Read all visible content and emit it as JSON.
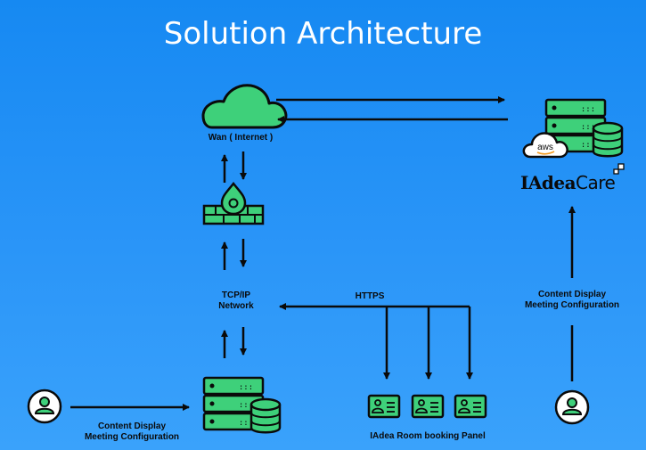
{
  "title": "Solution Architecture",
  "nodes": {
    "wan": "Wan ( Internet )",
    "network_line1": "TCP/IP",
    "network_line2": "Network",
    "https": "HTTPS",
    "room_panels": "IAdea Room booking Panel",
    "left_user_line1": "Content Display",
    "left_user_line2": "Meeting Configuration",
    "right_user_line1": "Content Display",
    "right_user_line2": "Meeting Configuration",
    "aws": "aws",
    "brand_bold": "IAdea",
    "brand_light": "Care"
  },
  "colors": {
    "background": "#1e8ef5",
    "accent_green": "#3ed07a",
    "outline": "#0a0a0a",
    "text": "#0a0a0a",
    "title": "#ffffff"
  },
  "icons": [
    "cloud-icon",
    "firewall-icon",
    "server-icon",
    "database-icon",
    "aws-cloud-icon",
    "user-icon",
    "panel-icon"
  ]
}
